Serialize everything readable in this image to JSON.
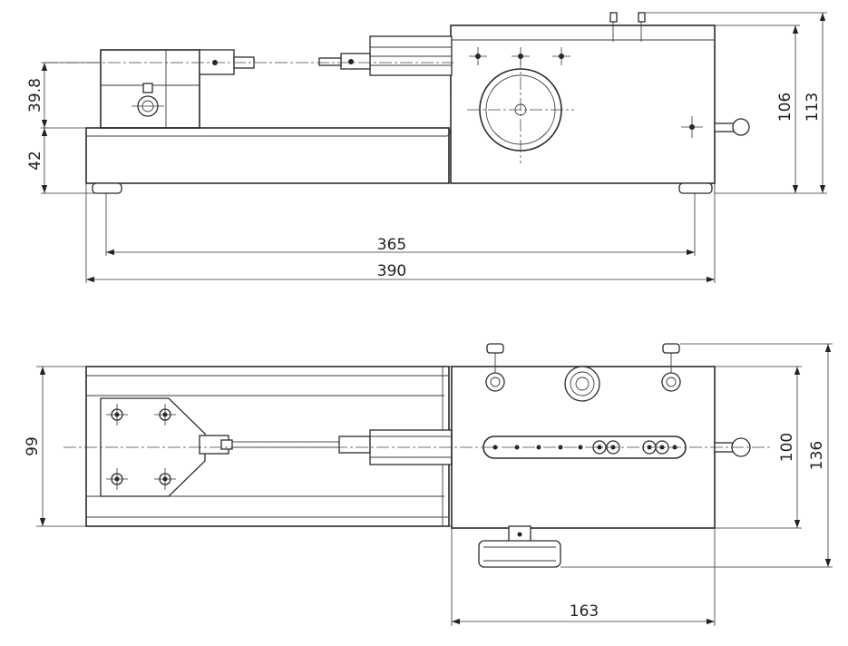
{
  "side_view": {
    "dimensions": {
      "length_inner": "365",
      "length_overall": "390",
      "height_body": "106",
      "height_overall": "113",
      "base_height": "42",
      "axis_offset": "39.8"
    }
  },
  "top_view": {
    "dimensions": {
      "width_left": "99",
      "width_right": "100",
      "width_overall": "136",
      "length_right": "163"
    }
  }
}
